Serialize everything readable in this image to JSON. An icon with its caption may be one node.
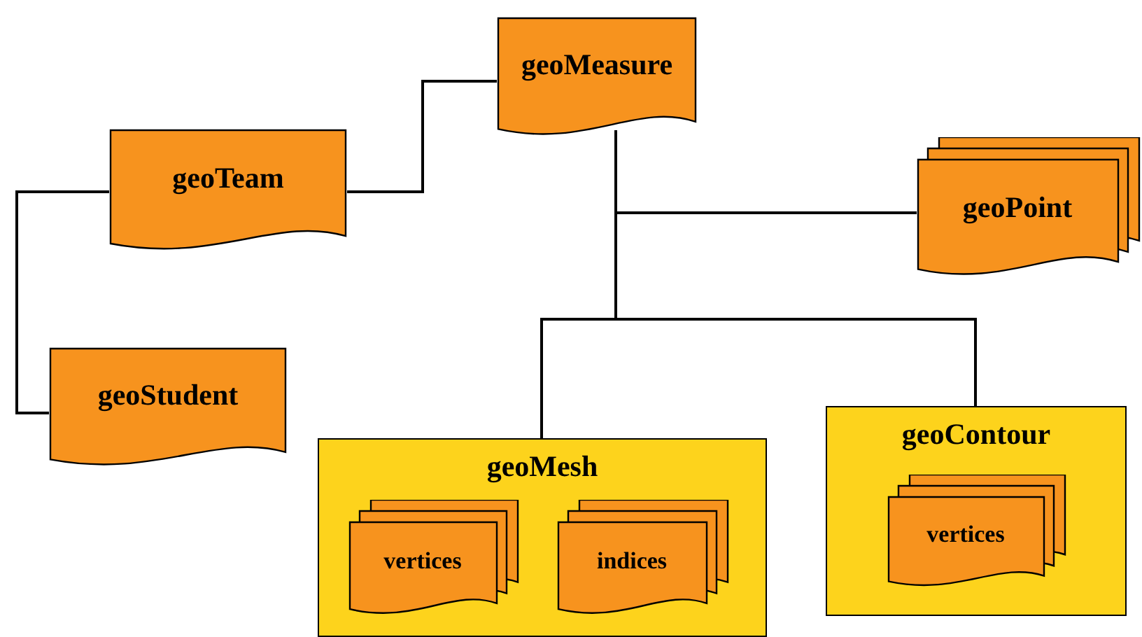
{
  "diagram": {
    "nodes": [
      {
        "text": [
          "geoMeasure"
        ]
      },
      {
        "text": [
          "geoTeam"
        ]
      },
      {
        "text": [
          "geoPoint"
        ]
      },
      {
        "text": [
          "geoStudent"
        ]
      },
      {
        "text": [
          "geoMesh"
        ]
      },
      {
        "text": [
          "vertices"
        ],
        "in": 4
      },
      {
        "text": [
          "indices"
        ],
        "in": 4
      },
      {
        "text": [
          "geoContour"
        ]
      },
      {
        "text": [
          "vertices"
        ],
        "in": 7
      }
    ],
    "edges": [
      {
        "from": 0,
        "to": 1,
        "arrow": "none"
      },
      {
        "from": 1,
        "to": 3,
        "arrow": "none"
      },
      {
        "from": 0,
        "to": 2,
        "arrow": "none"
      },
      {
        "from": 0,
        "to": 4,
        "arrow": "none"
      },
      {
        "from": 0,
        "to": 7,
        "arrow": "none"
      }
    ]
  }
}
